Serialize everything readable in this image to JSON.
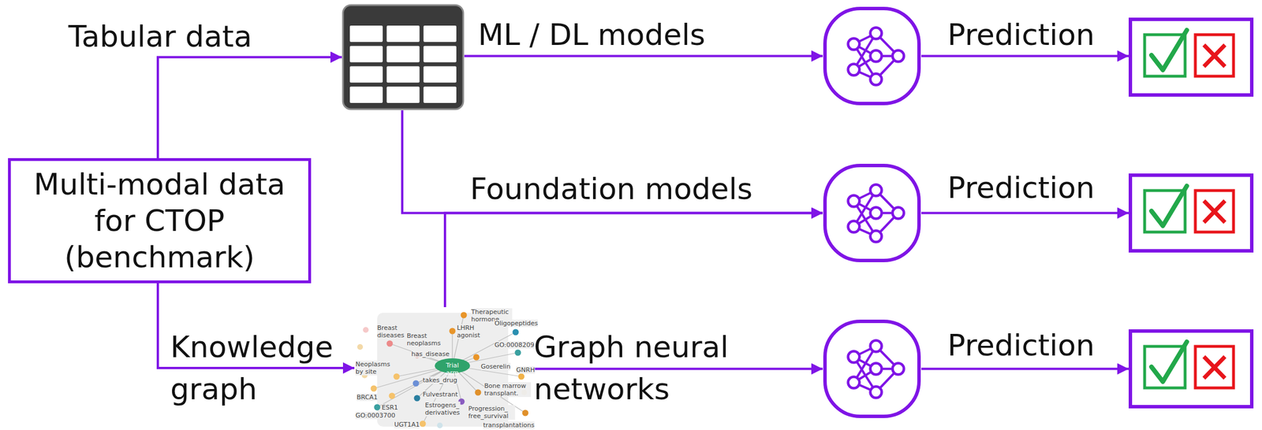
{
  "diagram": {
    "nodes": [
      {
        "text": [
          "Multi-modal data for CTOP (benchmark)"
        ]
      },
      {
        "text": []
      },
      {
        "text": []
      },
      {
        "text": []
      },
      {
        "text": []
      },
      {
        "text": []
      },
      {
        "text": []
      },
      {
        "text": []
      },
      {
        "text": []
      }
    ],
    "edges": [
      {
        "from": 0,
        "to": 1,
        "label": "Tabular data",
        "arrow": "to"
      },
      {
        "from": 0,
        "to": 2,
        "label": "Knowledge graph",
        "arrow": "to"
      },
      {
        "from": 1,
        "to": 3,
        "label": "ML / DL models",
        "arrow": "to"
      },
      {
        "from": 1,
        "to": 4,
        "label": "Foundation models",
        "arrow": "to"
      },
      {
        "from": 2,
        "to": 4,
        "arrow": "to"
      },
      {
        "from": 2,
        "to": 5,
        "label": "Graph neural networks",
        "arrow": "to"
      },
      {
        "from": 3,
        "to": 6,
        "label": "Prediction",
        "arrow": "to"
      },
      {
        "from": 4,
        "to": 7,
        "label": "Prediction",
        "arrow": "to"
      },
      {
        "from": 5,
        "to": 8,
        "label": "Prediction",
        "arrow": "to"
      }
    ],
    "labels": [
      "Therapeutic hormone",
      "Breast diseases",
      "Breast neoplasms",
      "LHRH agonist",
      "Oligopeptides",
      "GO:0008209",
      "Neoplasms by site",
      "Trial arm",
      "Goserelin",
      "GNRH",
      "BRCA1",
      "ESR1",
      "Fulvestrant",
      "Bone marrow transplant.",
      "GO:0003700",
      "Estrogens_ derivatives",
      "Progression_ free_survival",
      "UGT1A1",
      "transplantations",
      "has_disease",
      "takes_drug"
    ]
  }
}
